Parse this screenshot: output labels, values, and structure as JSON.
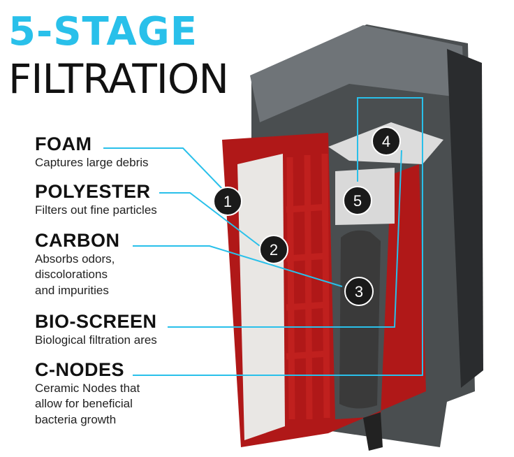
{
  "title": {
    "accent": "5-STAGE",
    "main": "FILTRATION"
  },
  "accent_color": "#29c0ea",
  "stages": [
    {
      "number": "1",
      "name": "FOAM",
      "description": "Captures large debris"
    },
    {
      "number": "2",
      "name": "POLYESTER",
      "description": "Filters out fine particles"
    },
    {
      "number": "3",
      "name": "CARBON",
      "description": "Absorbs odors,\ndiscolorations\nand impurities"
    },
    {
      "number": "4",
      "name": "BIO-SCREEN",
      "description": "Biological filtration ares"
    },
    {
      "number": "5",
      "name": "C-NODES",
      "description": "Ceramic Nodes that\nallow for beneficial\nbacteria growth"
    }
  ]
}
